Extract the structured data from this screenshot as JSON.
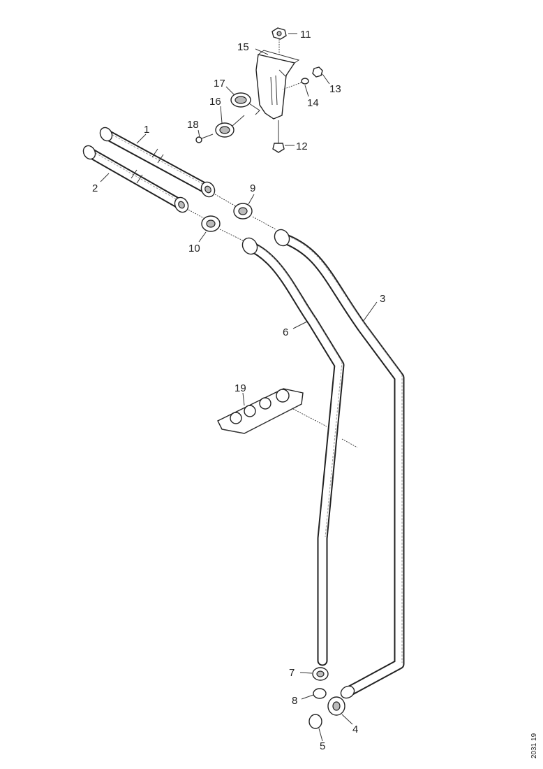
{
  "callouts": {
    "c1": "1",
    "c2": "2",
    "c3": "3",
    "c4": "4",
    "c5": "5",
    "c6": "6",
    "c7": "7",
    "c8": "8",
    "c9": "9",
    "c10": "10",
    "c11": "11",
    "c12": "12",
    "c13": "13",
    "c14": "14",
    "c15": "15",
    "c16": "16",
    "c17": "17",
    "c18": "18",
    "c19": "19"
  },
  "figure_ref": "2031 19"
}
